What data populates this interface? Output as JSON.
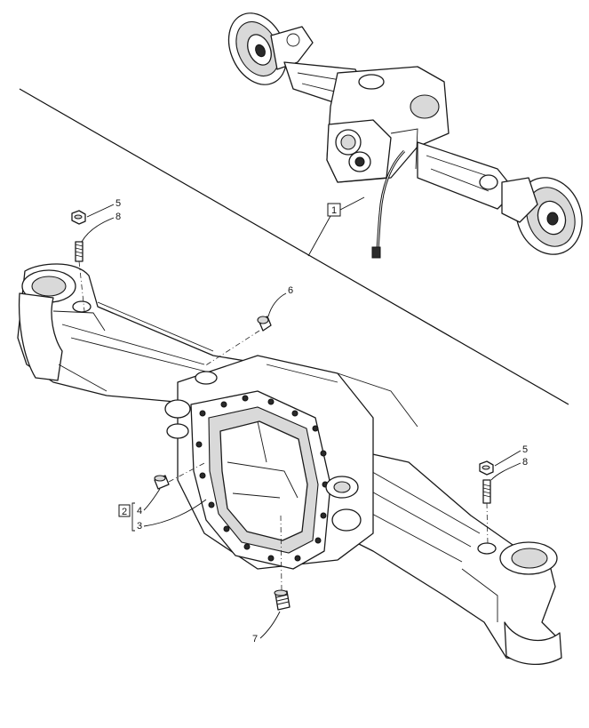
{
  "diagram": {
    "callouts": {
      "item_1": "1",
      "item_2": "2",
      "item_3": "3",
      "item_4": "4",
      "item_5_top": "5",
      "item_8_top": "8",
      "item_6": "6",
      "item_5_right": "5",
      "item_8_right": "8",
      "item_7": "7"
    }
  }
}
